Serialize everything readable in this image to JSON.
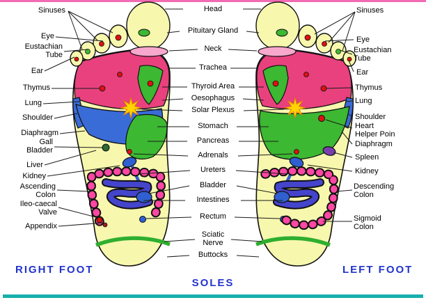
{
  "labels": {
    "center": [
      "Head",
      "Pituitary Gland",
      "Neck",
      "Trachea",
      "Thyroid Area",
      "Oesophagus",
      "Solar Plexus",
      "Stomach",
      "Pancreas",
      "Adrenals",
      "Ureters",
      "Bladder",
      "Intestines",
      "Rectum",
      "Sciatic Nerve",
      "Buttocks"
    ],
    "left": [
      "Sinuses",
      "Eye",
      "Eustachian Tube",
      "Ear",
      "Thymus",
      "Lung",
      "Shoulder",
      "Diaphragm",
      "Gall Bladder",
      "Liver",
      "Kidney",
      "Ascending Colon",
      "Ileo-caecal Valve",
      "Appendix"
    ],
    "right": [
      "Sinuses",
      "Eye",
      "Eustachian Tube",
      "Ear",
      "Thymus",
      "Lung",
      "Shoulder",
      "Heart Helper Poin",
      "Diaphragm",
      "Spleen",
      "Kidney",
      "Descending Colon",
      "Sigmoid Colon"
    ]
  },
  "footer": {
    "right_foot": "RIGHT FOOT",
    "soles": "SOLES",
    "left_foot": "LEFT FOOT"
  },
  "colors": {
    "foot_fill": "#f7f7ae",
    "zone_pink": "#e8417e",
    "neck_band": "#f7a8cc",
    "zone_green": "#3cb832",
    "zone_blue": "#3a6cd8",
    "organ_blue": "#2f5fd0",
    "spleen_purple": "#7a3fae",
    "colon_pink": "#ff47a3",
    "intestine_violet": "#4444cc",
    "solar_plexus_yellow": "#ffd400",
    "red_point": "#dd1111",
    "gall_bladder_green": "#2e6b2e",
    "sciatic_green": "#2fae2f",
    "caption_blue": "#2233cc",
    "top_rule_pink": "#f26ab2",
    "bottom_rule_teal": "#17b0ad"
  }
}
